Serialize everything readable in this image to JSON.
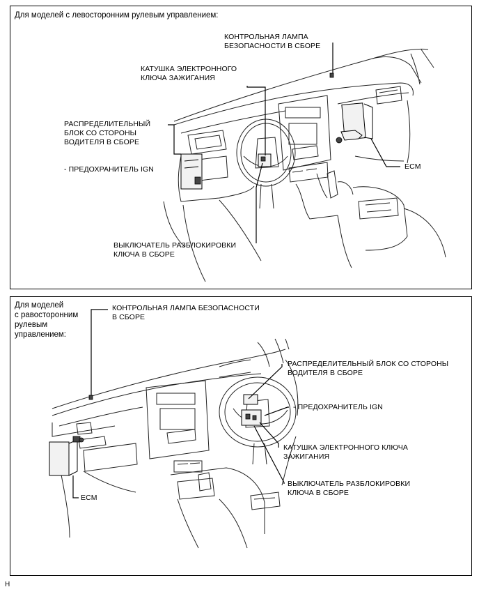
{
  "top": {
    "title": "Для моделей с левосторонним рулевым управлением:",
    "labels": {
      "indicator_l1": "КОНТРОЛЬНАЯ ЛАМПА",
      "indicator_l2": "БЕЗОПАСНОСТИ В СБОРЕ",
      "coil_l1": "КАТУШКА ЭЛЕКТРОННОГО",
      "coil_l2": "КЛЮЧА ЗАЖИГАНИЯ",
      "junction_l1": "РАСПРЕДЕЛИТЕЛЬНЫЙ",
      "junction_l2": "БЛОК СО СТОРОНЫ",
      "junction_l3": "ВОДИТЕЛЯ В СБОРЕ",
      "fuse": "- ПРЕДОХРАНИТЕЛЬ IGN",
      "ecm": "ECM",
      "unlock_l1": "ВЫКЛЮЧАТЕЛЬ РАЗБЛОКИРОВКИ",
      "unlock_l2": "КЛЮЧА В СБОРЕ"
    }
  },
  "bottom": {
    "title_l1": "Для моделей",
    "title_l2": "с равосторонним",
    "title_l3": "рулевым",
    "title_l4": "управлением:",
    "labels": {
      "indicator_l1": "КОНТРОЛЬНАЯ ЛАМПА БЕЗОПАСНОСТИ",
      "indicator_l2": "В СБОРЕ",
      "junction_l1": "РАСПРЕДЕЛИТЕЛЬНЫЙ БЛОК СО СТОРОНЫ",
      "junction_l2": "ВОДИТЕЛЯ В СБОРЕ",
      "fuse": "- ПРЕДОХРАНИТЕЛЬ IGN",
      "coil_l1": "КАТУШКА ЭЛЕКТРОННОГО КЛЮЧА",
      "coil_l2": "ЗАЖИГАНИЯ",
      "unlock_l1": "ВЫКЛЮЧАТЕЛЬ РАЗБЛОКИРОВКИ",
      "unlock_l2": "КЛЮЧА В СБОРЕ",
      "ecm": "ECM"
    }
  },
  "page_code": "H"
}
